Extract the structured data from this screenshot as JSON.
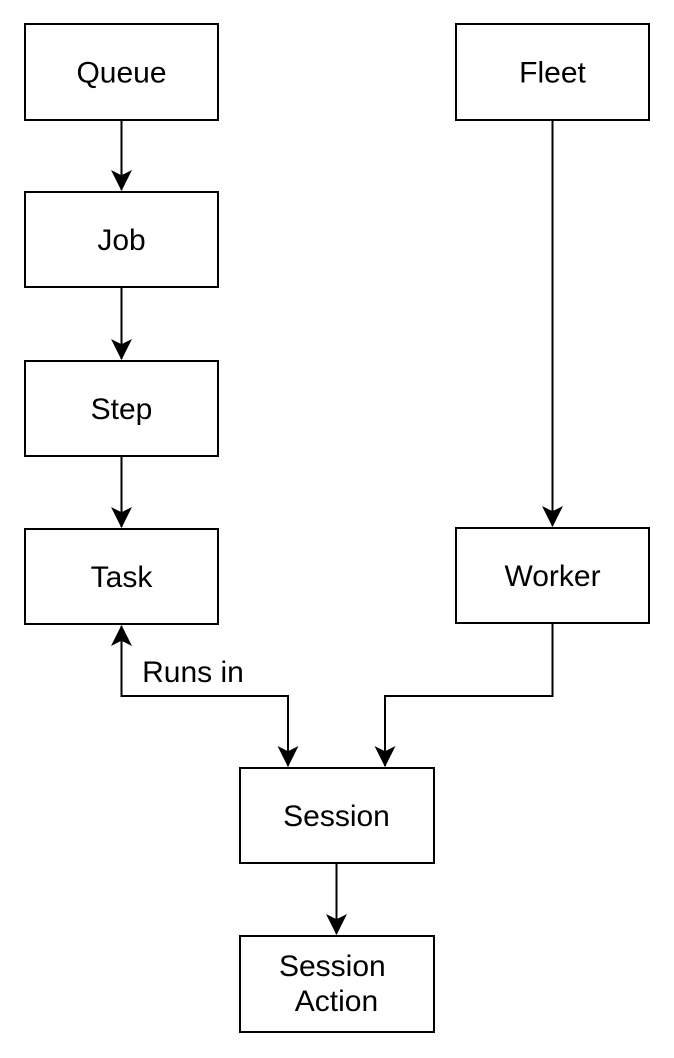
{
  "diagram": {
    "title": "Queue / Fleet entity flow diagram",
    "background_color": "#ffffff",
    "stroke_color": "#000000",
    "text_color": "#000000",
    "nodes": [
      {
        "id": "queue",
        "label": "Queue"
      },
      {
        "id": "job",
        "label": "Job"
      },
      {
        "id": "step",
        "label": "Step"
      },
      {
        "id": "task",
        "label": "Task"
      },
      {
        "id": "fleet",
        "label": "Fleet"
      },
      {
        "id": "worker",
        "label": "Worker"
      },
      {
        "id": "session",
        "label": "Session"
      },
      {
        "id": "session-action",
        "label": "Session Action",
        "label_lines": {
          "0": "Session",
          "1": "Action"
        }
      }
    ],
    "edges": [
      {
        "from": "queue",
        "to": "job",
        "label": "",
        "arrows": "end"
      },
      {
        "from": "job",
        "to": "step",
        "label": "",
        "arrows": "end"
      },
      {
        "from": "step",
        "to": "task",
        "label": "",
        "arrows": "end"
      },
      {
        "from": "fleet",
        "to": "worker",
        "label": "",
        "arrows": "end"
      },
      {
        "from": "task",
        "to": "session",
        "label": "Runs in",
        "arrows": "both"
      },
      {
        "from": "worker",
        "to": "session",
        "label": "",
        "arrows": "end"
      },
      {
        "from": "session",
        "to": "session-action",
        "label": "",
        "arrows": "end"
      }
    ]
  }
}
